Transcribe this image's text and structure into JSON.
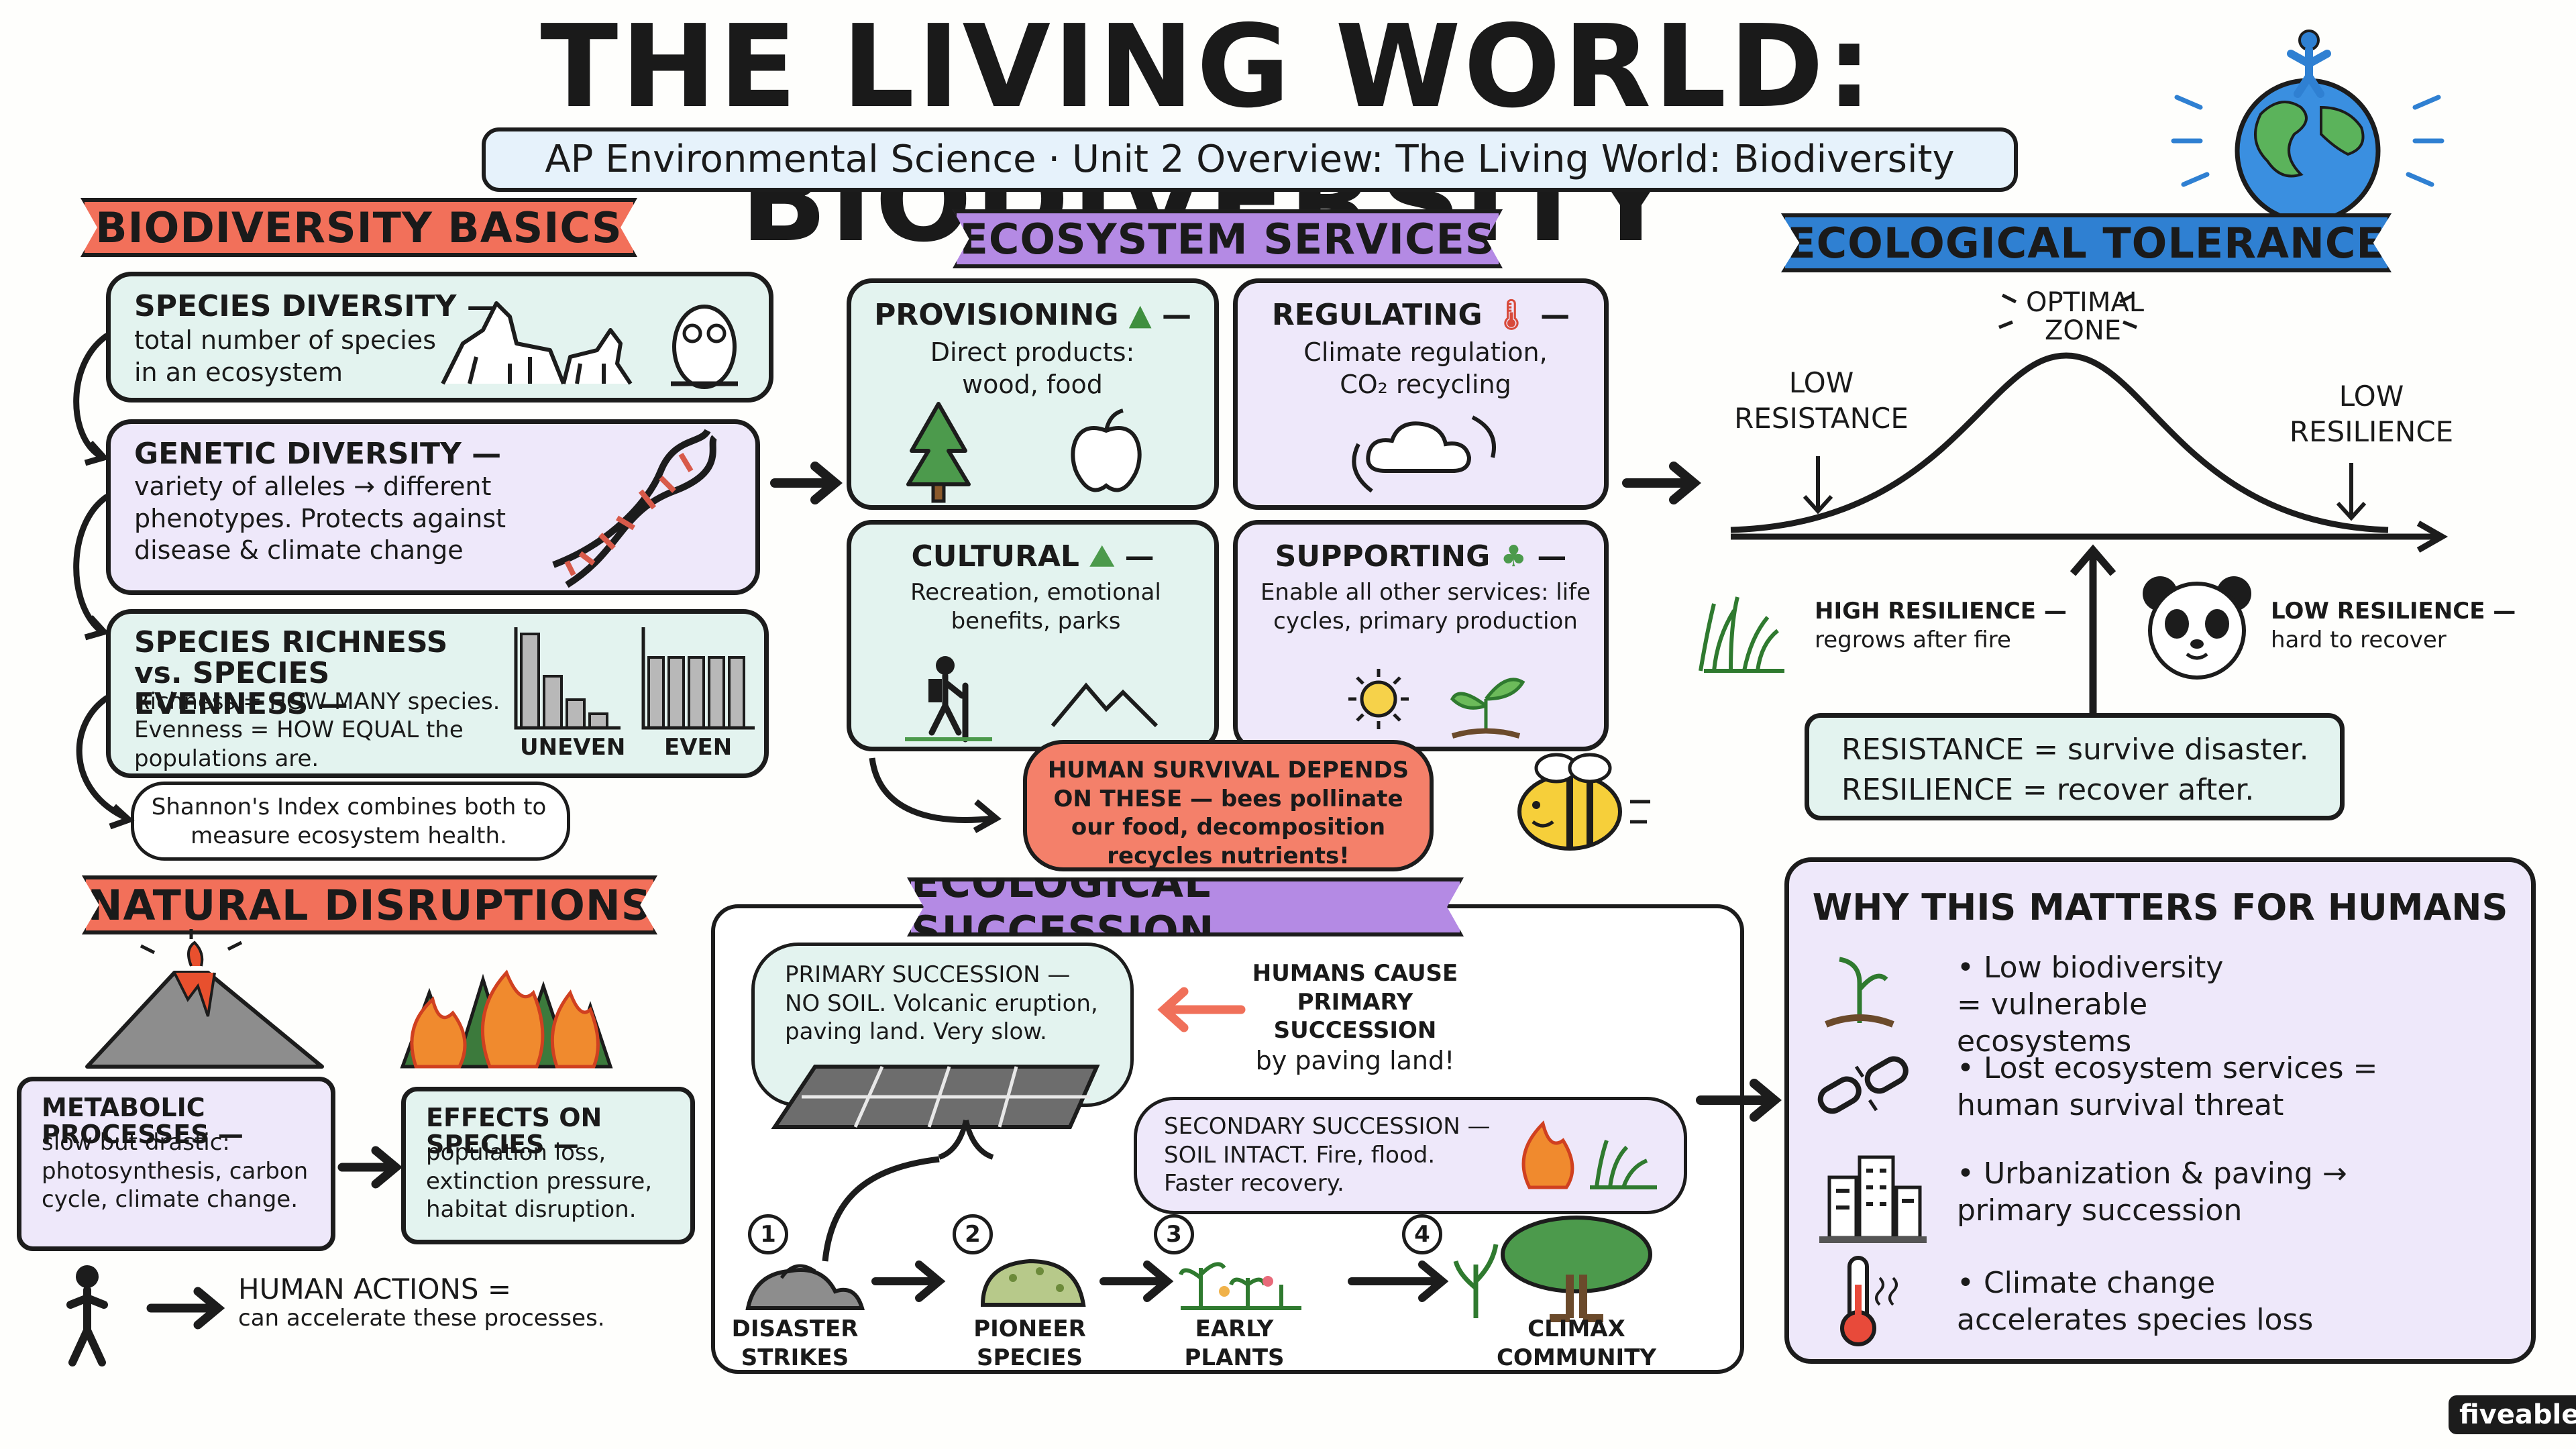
{
  "title": "THE LIVING WORLD: BIODIVERSITY",
  "subtitle": "AP Environmental Science · Unit 2 Overview: The Living World: Biodiversity",
  "basics": {
    "banner": "BIODIVERSITY BASICS",
    "species_diversity": {
      "title": "SPECIES DIVERSITY —",
      "body": "total number of species in an ecosystem"
    },
    "genetic_diversity": {
      "title": "GENETIC DIVERSITY —",
      "body": "variety of alleles → different phenotypes. Protects against disease & climate change"
    },
    "richness": {
      "title": "SPECIES RICHNESS vs. SPECIES EVENNESS —",
      "richness_line": "Richness = HOW MANY species.",
      "evenness_line": "Evenness = HOW EQUAL the populations are.",
      "uneven_label": "UNEVEN",
      "even_label": "EVEN",
      "uneven_bars": [
        1.0,
        0.55,
        0.3,
        0.15
      ],
      "even_bars": [
        0.75,
        0.75,
        0.75,
        0.75,
        0.75
      ]
    },
    "shannon": "Shannon's Index combines both to measure ecosystem health."
  },
  "services": {
    "banner": "ECOSYSTEM SERVICES",
    "provisioning": {
      "title": "PROVISIONING",
      "body": "Direct products: wood, food"
    },
    "regulating": {
      "title": "REGULATING",
      "body": "Climate regulation, CO₂ recycling"
    },
    "cultural": {
      "title": "CULTURAL",
      "body": "Recreation, emotional benefits, parks"
    },
    "supporting": {
      "title": "SUPPORTING",
      "body": "Enable all other services: life cycles, primary production"
    },
    "dash": "—",
    "human_survival": "HUMAN SURVIVAL DEPENDS ON THESE — bees pollinate our food, decomposition recycles nutrients!"
  },
  "tolerance": {
    "banner": "ECOLOGICAL TOLERANCE",
    "optimal": "OPTIMAL ZONE",
    "low_resistance": "LOW RESISTANCE",
    "low_resilience": "LOW RESILIENCE",
    "high_res_title": "HIGH RESILIENCE —",
    "high_res_body": "regrows after fire",
    "low_res_title": "LOW RESILIENCE —",
    "low_res_body": "hard to recover",
    "resistance_def": "RESISTANCE = survive disaster.",
    "resilience_def": "RESILIENCE = recover after."
  },
  "disruptions": {
    "banner": "NATURAL DISRUPTIONS",
    "metabolic": {
      "title": "METABOLIC PROCESSES —",
      "body": "slow but drastic: photosynthesis, carbon cycle, climate change."
    },
    "effects": {
      "title": "EFFECTS ON SPECIES —",
      "body": "population loss, extinction pressure, habitat disruption."
    },
    "human_title": "HUMAN ACTIONS =",
    "human_body": "can accelerate these processes."
  },
  "succession": {
    "banner": "ECOLOGICAL SUCCESSION",
    "primary": "PRIMARY SUCCESSION — NO SOIL. Volcanic eruption, paving land. Very slow.",
    "humans_cause": "HUMANS CAUSE PRIMARY SUCCESSION",
    "humans_cause_sub": "by paving land!",
    "secondary": "SECONDARY SUCCESSION — SOIL INTACT. Fire, flood. Faster recovery.",
    "steps": [
      {
        "num": "1",
        "label": "DISASTER STRIKES"
      },
      {
        "num": "2",
        "label": "PIONEER SPECIES"
      },
      {
        "num": "3",
        "label": "EARLY PLANTS"
      },
      {
        "num": "4",
        "label": "CLIMAX COMMUNITY"
      }
    ]
  },
  "why": {
    "title": "WHY THIS MATTERS FOR HUMANS",
    "items": [
      "• Low biodiversity = vulnerable ecosystems",
      "• Lost ecosystem services = human survival threat",
      "• Urbanization & paving → primary succession",
      "• Climate change accelerates species loss"
    ]
  },
  "brand": "fiveable"
}
